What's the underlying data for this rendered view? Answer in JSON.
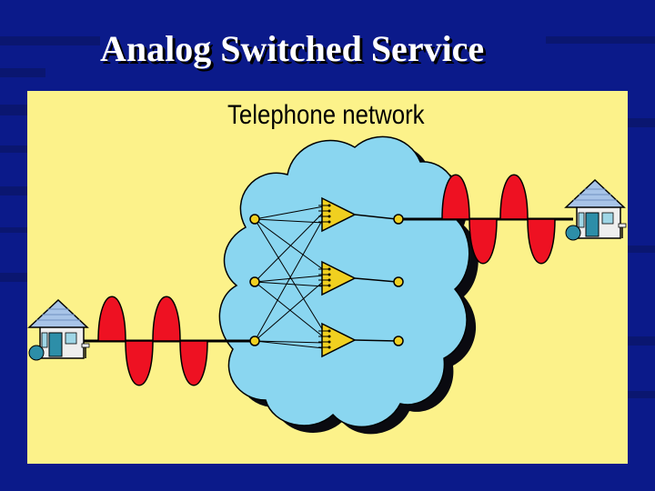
{
  "slide": {
    "title": "Analog Switched Service"
  },
  "diagram": {
    "label": "Telephone network",
    "colors": {
      "background": "#0b1a8a",
      "panel": "#fcf28a",
      "cloud": "#8ad6f0",
      "cloud_shadow": "#0a0a10",
      "signal": "#ee1122",
      "amplifier": "#f0d020",
      "node": "#f0d020",
      "house_roof": "#a8c4e8",
      "house_wall": "#eeeeee",
      "house_door": "#2d8ea8"
    },
    "icons": [
      "house-icon",
      "amplifier-icon",
      "analog-signal-wave"
    ]
  }
}
